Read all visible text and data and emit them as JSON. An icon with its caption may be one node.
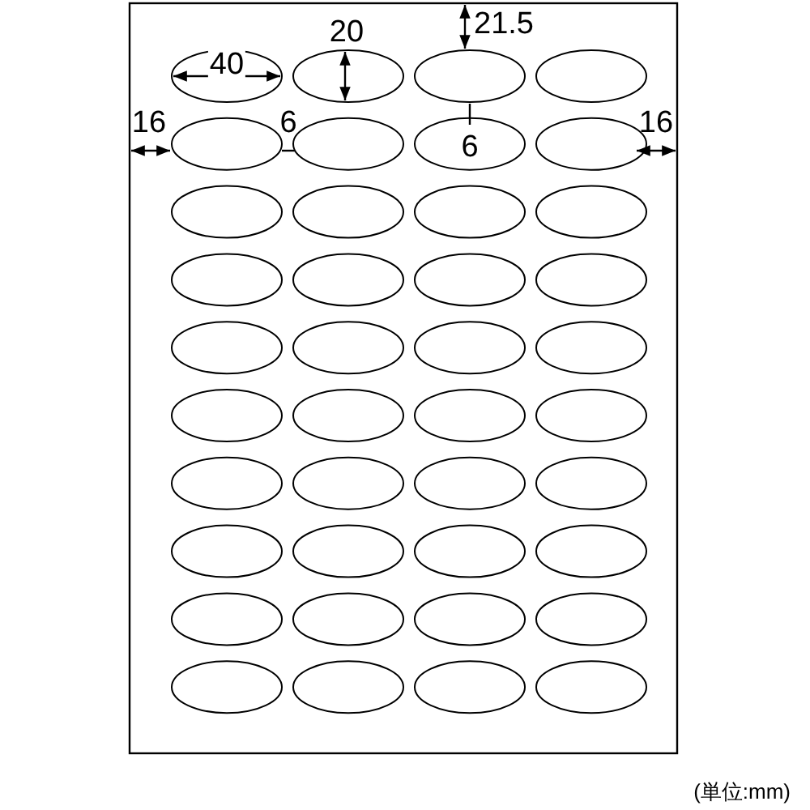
{
  "diagram": {
    "labels": [
      "40",
      "20",
      "21.5",
      "16",
      "6",
      "6",
      "16",
      "(単位:mm)"
    ]
  }
}
